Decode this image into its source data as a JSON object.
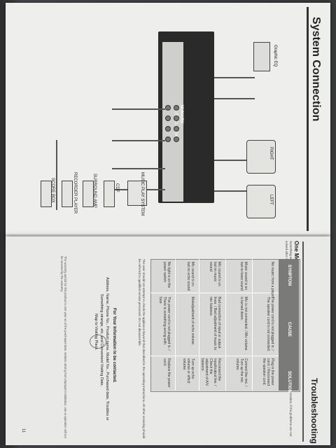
{
  "header": {
    "left_title": "System Connection",
    "right_title": "Troubleshooting"
  },
  "diagram": {
    "mixer_brand": "NUMARK",
    "mixer_model": "C3USB CLASSIC",
    "labels": {
      "graphic_eq": "Graphic EQ",
      "right": "RIGHT",
      "left": "LEFT",
      "music_play_system": "MUSIC PLAY SYSTEM",
      "cdp": "CDP",
      "surround_amp": "SURROUND AMP",
      "recorder_player": "RECORDER PLAYER",
      "score_box": "SCORE BOX"
    }
  },
  "troubleshooting": {
    "heading": "One Moment, Please Check.",
    "intro": "Something wrong? If you think so, you are referred to the following checkup. Actually, apart from what poor operation, if the problems are not solved after the following checkup, please contact the store where you purchased.",
    "table": {
      "headers": [
        "SYMPTOM",
        "CAUSE",
        "SOLUTION"
      ],
      "rows": [
        [
          "No music from a player",
          "The power cord is not plugged in. / The speaker cord is not connected.",
          "Plug in the power cord. / Reconnect the speaker cord."
        ],
        [
          "Music sound is on but no bass sound",
          "Mic is not connected. / Mic volume is turned down.",
          "Connect the mic. / Turn up the mic volume."
        ],
        [
          "Mic sound is on but no music sound",
          "Bad connection of input or output lines. / Bad adjustment of music to mic balance.",
          "Reconnect the input/output line. / Check the adjustment of A/V balance."
        ],
        [
          "Mic sound is on but no echo sound",
          "Maladjustment of echo volume.",
          "Turn up echo volume or effect volume."
        ],
        [
          "No light is on the power switch",
          "The power cord is not plugged in. / There is something wrong with fuse.",
          "Replace the power cord."
        ]
      ]
    },
    "caution": "The user should not attempt to check the appliance beyond that described in the operating instructions. All other servicing should be referred to qualified service personnel. Do not disassemble.",
    "contact_heading": "For Your Information to be contacted.",
    "contact_lines": [
      "Address, Name, Phone No., Product name, Model No., Purchased date, Troubles or",
      "Something strange, etc. and Convenient Visiting Date,",
      "Map to Visiting Place."
    ],
    "warranty": "The warranty period for this product is one year as of the purchased date. Defects arising from improper installation, use or operation will not be covered by the warranty.",
    "page_number": "11"
  }
}
